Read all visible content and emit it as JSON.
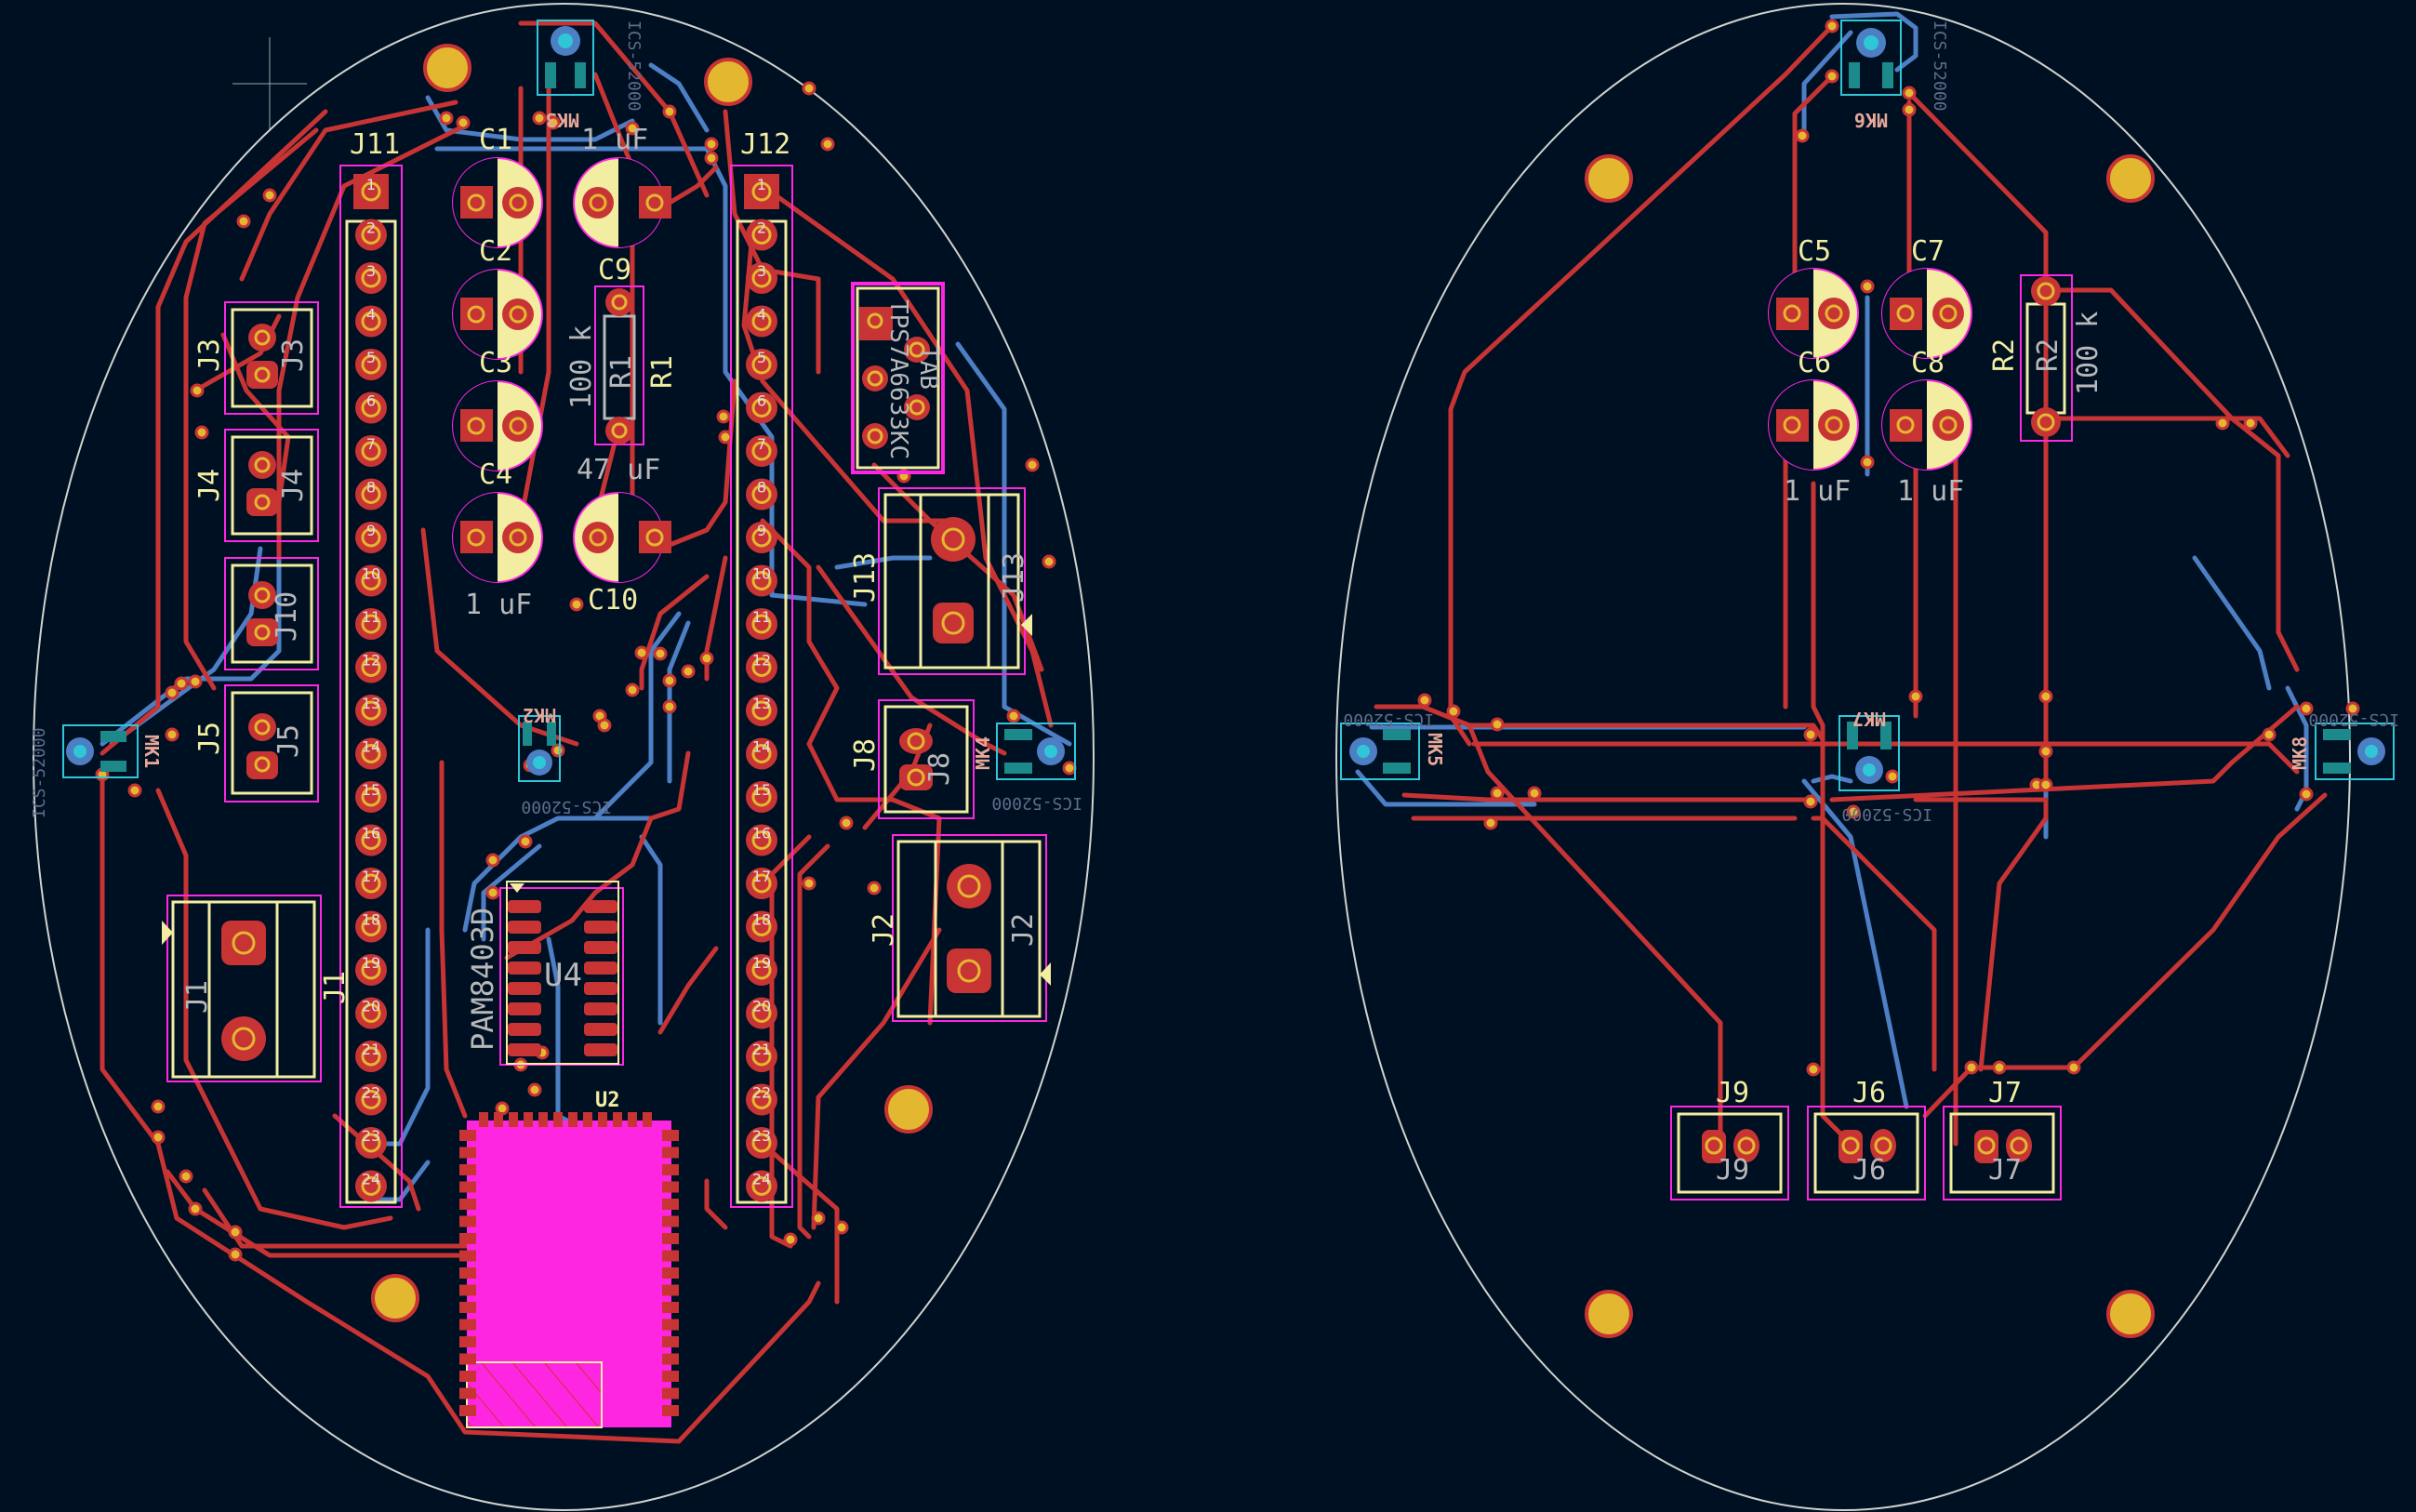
{
  "app": {
    "view": "PCB layout editor (board canvas)",
    "background_color": "#001023"
  },
  "colors": {
    "front_copper": "#c83434",
    "back_copper": "#4d7fc4",
    "silkscreen": "#f2eda1",
    "value_text": "#b8b8b8",
    "courtyard": "#ff26e2",
    "board_edge": "#d0d2cd",
    "mounting_hole": "#e3b72f",
    "mic_pad": "#2fc7d8"
  },
  "boards": [
    {
      "name": "left-board",
      "references": {
        "J11": "J11",
        "J12": "J12",
        "J1": "J1",
        "J1_header": "J1",
        "J2": "J2",
        "J3": "J3",
        "J4": "J4",
        "J5": "J5",
        "J8": "J8",
        "J10": "J10",
        "J13": "J13",
        "C1": "C1",
        "C2": "C2",
        "C3": "C3",
        "C4": "C4",
        "C9": "C9",
        "C10": "C10",
        "R1": "R1",
        "U2": "U2",
        "U4": "U4",
        "MK1": "MK1",
        "MK3": "MK3",
        "MK4": "MK4",
        "MK2": "MK2"
      },
      "values": {
        "c1_value": "1 uF",
        "c4_value": "1 uF",
        "c9_value": "47 uF",
        "r1_value": "100 k",
        "u4_value": "PAM8403D",
        "regulator_value": "TPS7A6633KC",
        "regulator_tab": "TAB",
        "mic_part": "ICS-52000"
      },
      "header_pins": [
        "1",
        "2",
        "3",
        "4",
        "5",
        "6",
        "7",
        "8",
        "9",
        "10",
        "11",
        "12",
        "13",
        "14",
        "15",
        "16",
        "17",
        "18",
        "19",
        "20",
        "21",
        "22",
        "23",
        "24"
      ]
    },
    {
      "name": "right-board",
      "references": {
        "C5": "C5",
        "C6": "C6",
        "C7": "C7",
        "C8": "C8",
        "R2": "R2",
        "J6": "J6",
        "J7": "J7",
        "J9": "J9",
        "MK5": "MK5",
        "MK6": "MK6",
        "MK7": "MK7",
        "MK8": "MK8"
      },
      "values": {
        "c6_value": "1 uF",
        "c8_value": "1 uF",
        "r2_value": "100 k",
        "mic_part": "ICS-52000"
      }
    }
  ]
}
